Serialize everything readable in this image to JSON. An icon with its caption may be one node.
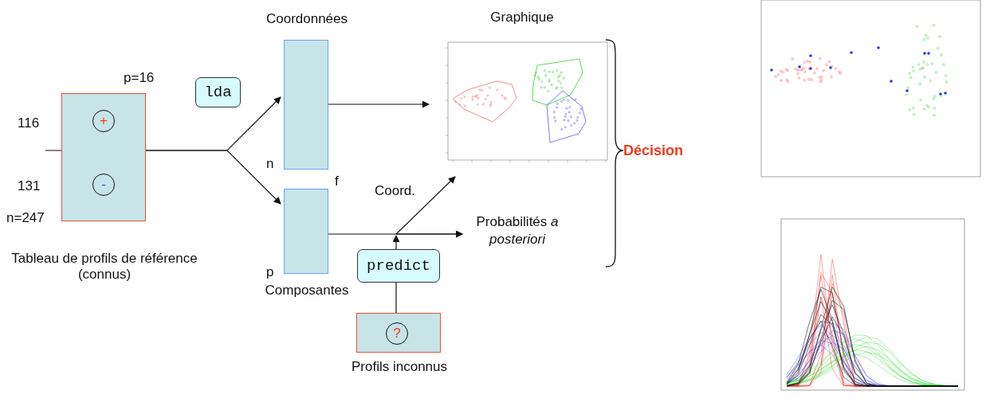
{
  "diagram": {
    "nodes": [
      {
        "text": [],
        "shape": "box",
        "beside": [
          "Tableau de profils de référence (connus)"
        ]
      },
      {
        "text": [
          "+"
        ],
        "in": 0
      },
      {
        "text": [
          "-"
        ],
        "in": 0
      },
      {
        "text": [
          "lda"
        ]
      },
      {
        "text": [],
        "shape": "box",
        "beside": [
          "Coordonnées"
        ]
      },
      {
        "text": [],
        "shape": "box",
        "beside": [
          "Composantes"
        ]
      },
      {
        "text": [],
        "shape": "picture",
        "beside": [
          "Graphique"
        ]
      },
      {
        "text": [
          "Probabilités *a posteriori*"
        ]
      },
      {
        "text": [
          "predict"
        ]
      },
      {
        "text": [],
        "shape": "box",
        "beside": [
          "Profils inconnus"
        ]
      },
      {
        "text": [
          "?"
        ],
        "in": 9
      },
      {
        "text": [
          "Décision"
        ]
      }
    ],
    "edges": [
      {
        "from": 0,
        "to": 4,
        "arrow": "to"
      },
      {
        "from": 0,
        "to": 5,
        "arrow": "to"
      },
      {
        "from": 4,
        "to": 6,
        "arrow": "to"
      },
      {
        "from": 5,
        "to": 7,
        "arrow": "to"
      },
      {
        "from": 8,
        "to": 6,
        "arrow": "to",
        "label": "Coord."
      },
      {
        "from": 8,
        "to": 7,
        "arrow": "to"
      },
      {
        "from": 9,
        "to": 8,
        "arrow": "none"
      }
    ],
    "labels": [
      "p=16",
      "116",
      "131",
      "n=247",
      "n",
      "f",
      "p"
    ]
  }
}
